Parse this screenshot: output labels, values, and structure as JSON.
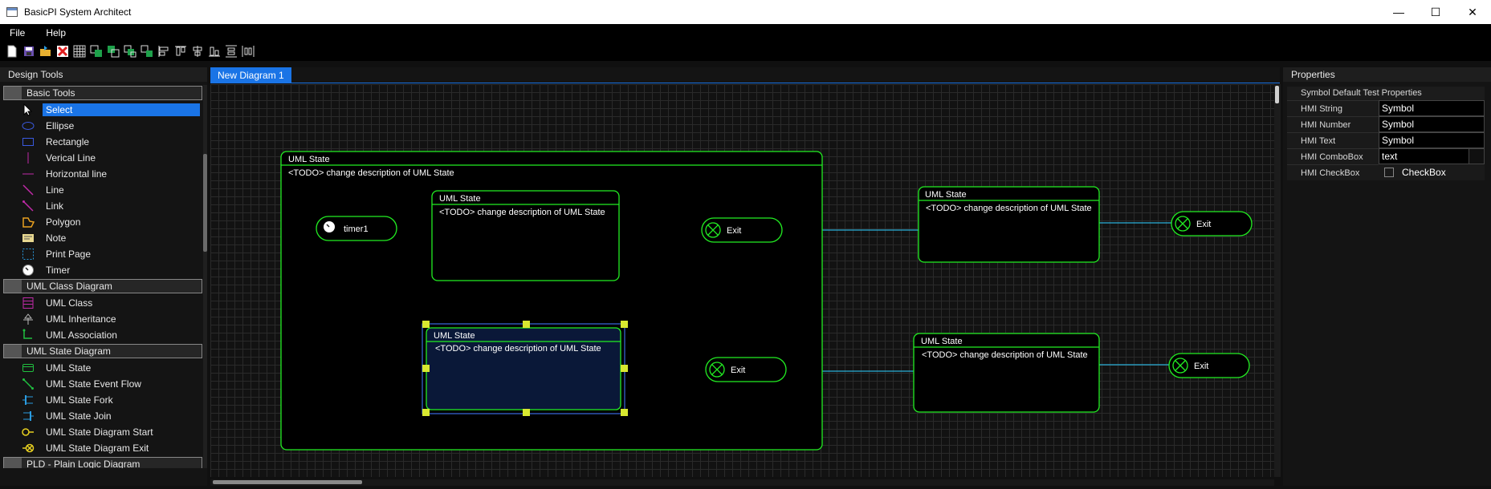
{
  "window": {
    "title": "BasicPI System Architect",
    "minimize": "—",
    "maximize": "☐",
    "close": "✕"
  },
  "menu": [
    "File",
    "Help"
  ],
  "toolbar": {
    "icons": [
      "new-file-icon",
      "save-icon",
      "open-folder-icon",
      "delete-icon",
      "grid-icon",
      "bring-front-icon",
      "send-back-icon",
      "group-icon",
      "ungroup-icon",
      "align-left-icon",
      "align-top-icon",
      "align-center-icon",
      "align-bottom-icon",
      "distribute-vertical-icon",
      "distribute-horizontal-icon"
    ]
  },
  "left_panel": {
    "title": "Design Tools",
    "categories": [
      {
        "label": "Basic Tools",
        "tools": [
          {
            "label": "Select",
            "icon": "arrow-icon",
            "selected": true
          },
          {
            "label": "Ellipse",
            "icon": "ellipse-icon"
          },
          {
            "label": "Rectangle",
            "icon": "rectangle-icon"
          },
          {
            "label": "Verical Line",
            "icon": "vertical-line-icon"
          },
          {
            "label": "Horizontal line",
            "icon": "horizontal-line-icon"
          },
          {
            "label": "Line",
            "icon": "line-icon"
          },
          {
            "label": "Link",
            "icon": "link-icon"
          },
          {
            "label": "Polygon",
            "icon": "polygon-icon"
          },
          {
            "label": "Note",
            "icon": "note-icon"
          },
          {
            "label": "Print Page",
            "icon": "print-page-icon"
          },
          {
            "label": "Timer",
            "icon": "timer-icon"
          }
        ]
      },
      {
        "label": "UML Class Diagram",
        "tools": [
          {
            "label": "UML Class",
            "icon": "uml-class-icon"
          },
          {
            "label": "UML Inheritance",
            "icon": "uml-inheritance-icon"
          },
          {
            "label": "UML Association",
            "icon": "uml-association-icon"
          }
        ]
      },
      {
        "label": "UML State Diagram",
        "tools": [
          {
            "label": "UML State",
            "icon": "uml-state-icon"
          },
          {
            "label": "UML State Event Flow",
            "icon": "uml-event-flow-icon"
          },
          {
            "label": "UML State Fork",
            "icon": "uml-fork-icon"
          },
          {
            "label": "UML State Join",
            "icon": "uml-join-icon"
          },
          {
            "label": "UML State Diagram Start",
            "icon": "uml-start-icon"
          },
          {
            "label": "UML State Diagram Exit",
            "icon": "uml-exit-icon"
          }
        ]
      },
      {
        "label": "PLD - Plain Logic Diagram",
        "tools": []
      }
    ]
  },
  "tab": {
    "label": "New Diagram 1"
  },
  "diagram": {
    "state_title": "UML State",
    "state_desc": "<TODO> change description of UML State",
    "timer_label": "timer1",
    "exit_label": "Exit",
    "colors": {
      "border": "#22ee22",
      "link": "#2ab0d8",
      "handle": "#d8e830",
      "selected_fill": "#0a1838",
      "selection": "#3a6ae0"
    }
  },
  "properties": {
    "title": "Properties",
    "group": "Symbol Default Test Properties",
    "rows": [
      {
        "name": "HMI String",
        "value": "Symbol"
      },
      {
        "name": "HMI Number",
        "value": "Symbol"
      },
      {
        "name": "HMI Text",
        "value": "Symbol"
      },
      {
        "name": "HMI ComboBox",
        "value": "text"
      },
      {
        "name": "HMI CheckBox",
        "value": "CheckBox"
      }
    ]
  }
}
